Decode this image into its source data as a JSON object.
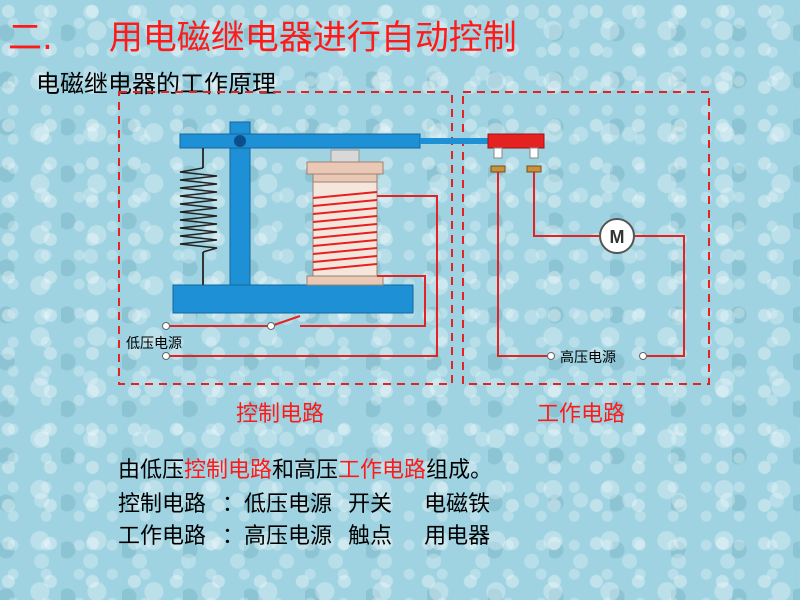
{
  "title": {
    "number": "二.",
    "text": "用电磁继电器进行自动控制"
  },
  "subtitle": "电磁继电器的工作原理",
  "diagram": {
    "low_voltage_label": "低压电源",
    "high_voltage_label": "高压电源",
    "motor_label": "M",
    "control_circuit_label": "控制电路",
    "work_circuit_label": "工作电路"
  },
  "summary": {
    "line1": {
      "prefix": "由低压",
      "control": "控制电路",
      "mid": "和高压",
      "work": "工作电路",
      "suffix": "组成。"
    },
    "line2": {
      "name": "控制电路",
      "sep": "：",
      "item1": "低压电源",
      "item2": "开关",
      "item3": "电磁铁"
    },
    "line3": {
      "name": "工作电路",
      "sep": "：",
      "item1": "高压电源",
      "item2": "触点",
      "item3": "用电器"
    }
  },
  "colors": {
    "accent_red": "#ff1a1a",
    "relay_blue": "#1e90d6",
    "coil_red": "#e52222",
    "background": "#9fd3e1"
  }
}
